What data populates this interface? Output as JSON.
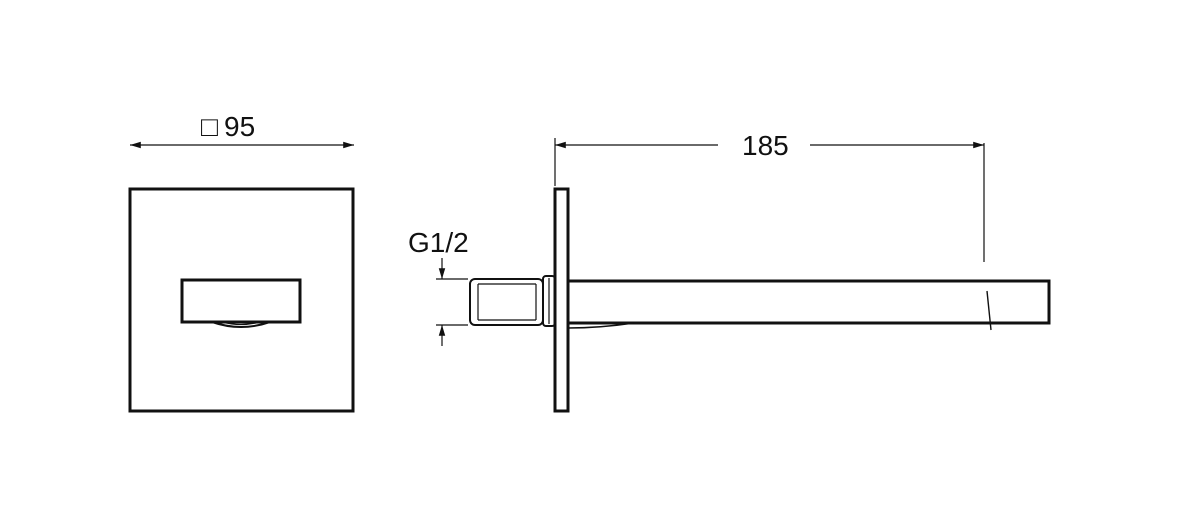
{
  "dimensions": {
    "front_width": {
      "symbol": "□",
      "value": "95"
    },
    "spout_length": {
      "value": "185"
    },
    "thread": {
      "label": "G1/2"
    }
  },
  "colors": {
    "line": "#111111",
    "background": "#ffffff"
  }
}
